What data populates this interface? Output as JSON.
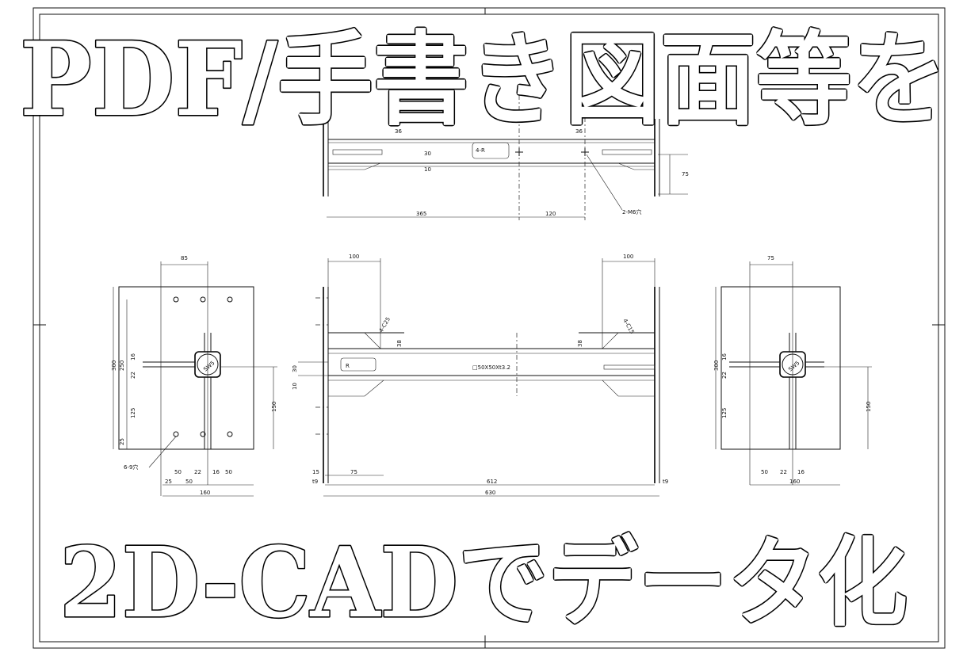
{
  "headline": {
    "line1": "PDF/手書き図面等を",
    "line2": "2D-CADでデータ化"
  },
  "drawing": {
    "top_view": {
      "dims": [
        "365",
        "120",
        "75",
        "30",
        "10",
        "36",
        "36"
      ],
      "callouts": [
        "2-M6穴",
        "4-R"
      ]
    },
    "left_view": {
      "dims": [
        "85",
        "300",
        "250",
        "16",
        "22",
        "150",
        "125",
        "25",
        "50",
        "22",
        "50",
        "25",
        "50",
        "16",
        "160"
      ],
      "callouts": [
        "6-9穴",
        "SW5"
      ]
    },
    "front_view": {
      "dims": [
        "100",
        "100",
        "30",
        "10",
        "38",
        "38",
        "15",
        "75",
        "612",
        "630",
        "t9",
        "t9"
      ],
      "callouts": [
        "4-C25",
        "4-C15",
        "□50X50Xt3.2",
        "R"
      ]
    },
    "right_view": {
      "dims": [
        "75",
        "300",
        "16",
        "22",
        "150",
        "125",
        "50",
        "22",
        "16",
        "160"
      ],
      "callouts": [
        "SW5"
      ]
    }
  }
}
